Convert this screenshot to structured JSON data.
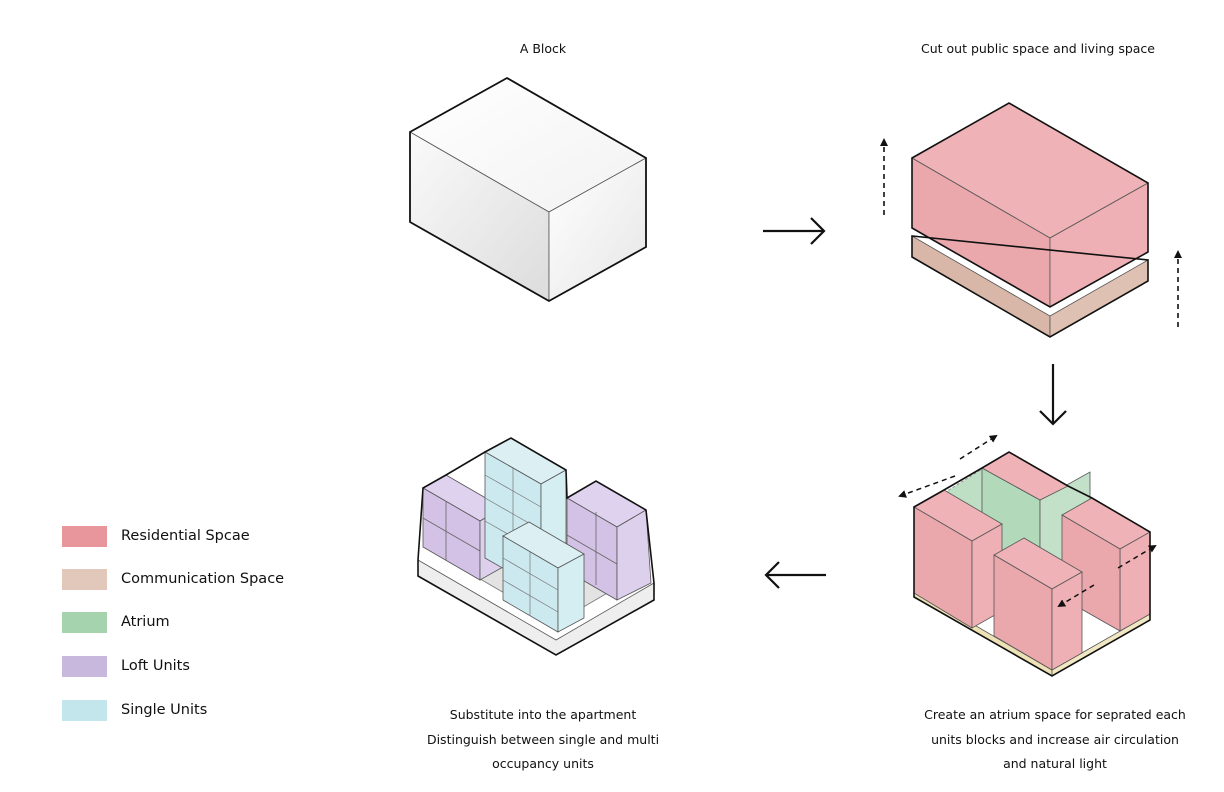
{
  "captions": {
    "step1": "A Block",
    "step2": "Cut out public space and living space",
    "step3_lines": [
      "Create an atrium space for seprated each",
      "units blocks and increase air circulation",
      "and natural light"
    ],
    "step4_lines": [
      "Substitute into the apartment",
      "Distinguish between single and multi",
      "occupancy units"
    ]
  },
  "legend": [
    {
      "label": "Residential Spcae",
      "color": "#e8969b"
    },
    {
      "label": "Communication Space",
      "color": "#e2c8bb"
    },
    {
      "label": "Atrium",
      "color": "#a5d3ae"
    },
    {
      "label": "Loft Units",
      "color": "#c9b8dd"
    },
    {
      "label": "Single Units",
      "color": "#c3e5ec"
    }
  ],
  "colors": {
    "residential_face": "#efb3b7",
    "residential_side": "#eaa8ad",
    "communication": "#dcbcad",
    "atrium": "#bfdfc4",
    "base": "#efe6bd",
    "loft": "#d9cbe8",
    "single": "#cfebef"
  }
}
